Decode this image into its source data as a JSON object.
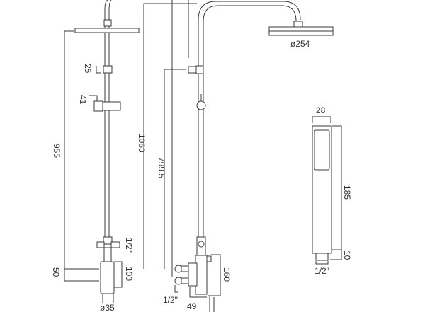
{
  "drawing": {
    "left_view": {
      "overall_height": "955",
      "collar_height": "25",
      "slider_height": "41",
      "inlet_size": "1/2\"",
      "valve_height": "100",
      "offset": "50",
      "valve_diameter": "ø35"
    },
    "middle_view": {
      "total_height": "1063",
      "holder_height": "799.5",
      "head_diameter": "ø254",
      "valve_height": "160",
      "inlet_size": "1/2\"",
      "valve_depth": "49"
    },
    "handset": {
      "width": "28",
      "length": "185",
      "connector_length": "10",
      "connector_size": "1/2\""
    },
    "line_color": "#3a3a3a"
  }
}
